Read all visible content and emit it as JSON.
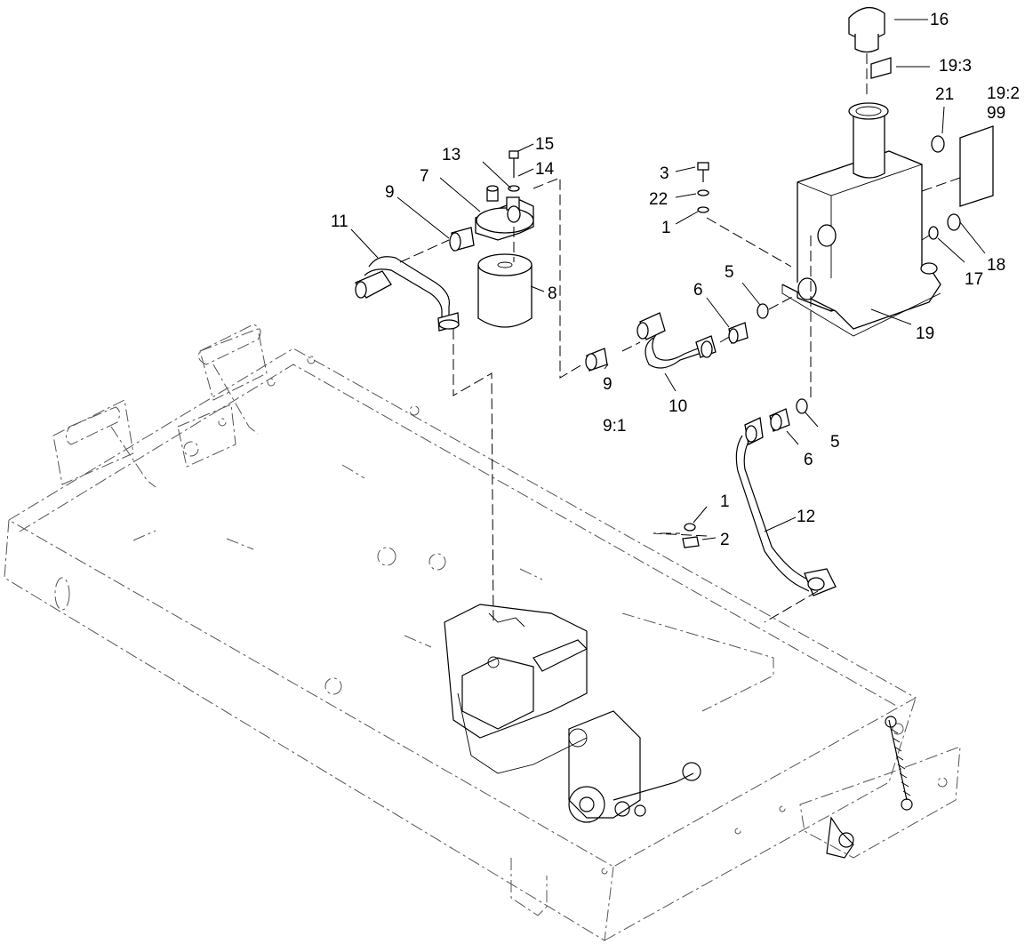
{
  "callouts": {
    "c16": "16",
    "c19_3": "19:3",
    "c19_2": "19:2",
    "c99": "99",
    "c21": "21",
    "c15": "15",
    "c13": "13",
    "c14": "14",
    "c7": "7",
    "c9a": "9",
    "c11": "11",
    "c8": "8",
    "c3": "3",
    "c22": "22",
    "c1a": "1",
    "c6a": "6",
    "c5a": "5",
    "c18": "18",
    "c17": "17",
    "c19": "19",
    "c9b": "9",
    "c9_1": "9:1",
    "c10": "10",
    "c5b": "5",
    "c6b": "6",
    "c1b": "1",
    "c2": "2",
    "c12": "12"
  }
}
